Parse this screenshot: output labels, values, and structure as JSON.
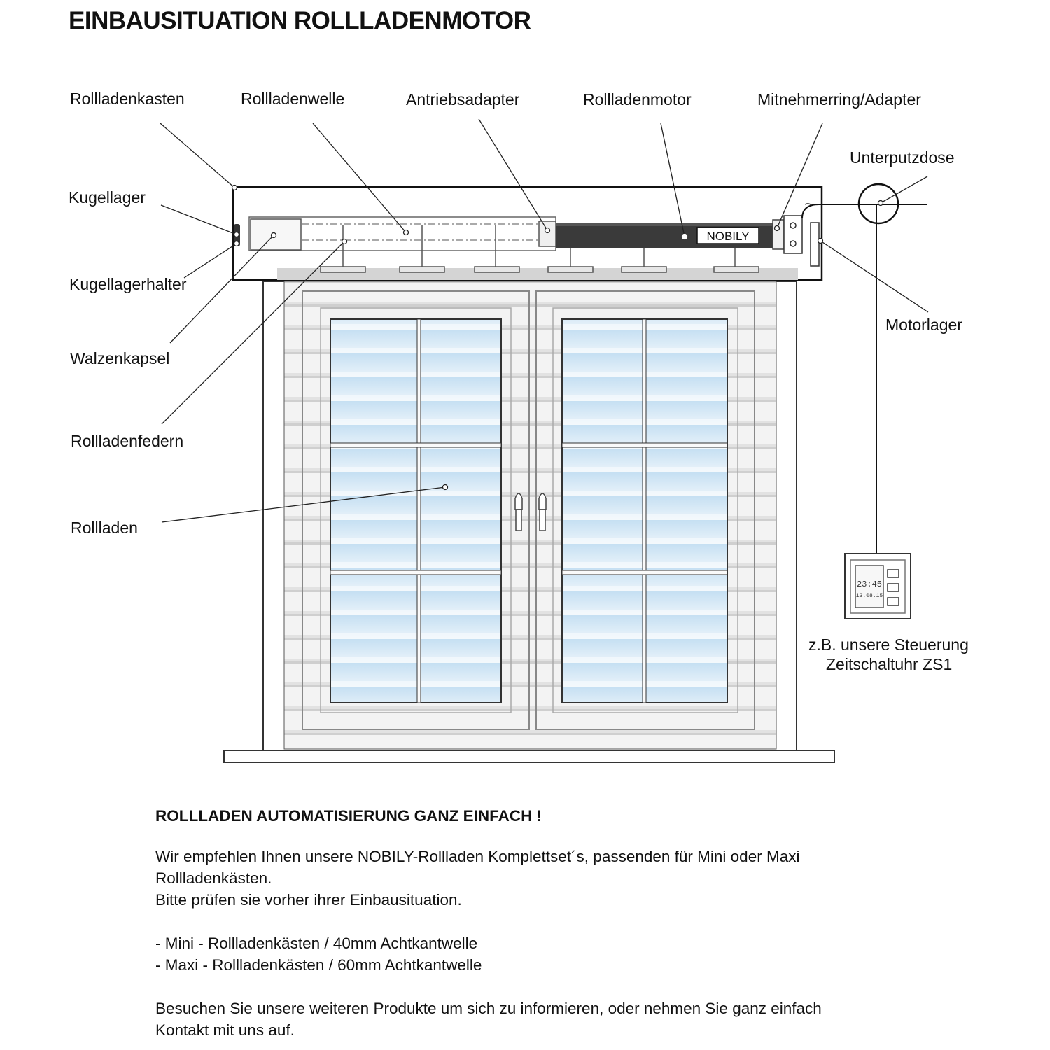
{
  "title": "EINBAUSITUATION ROLLLADENMOTOR",
  "labels": {
    "rollladenkasten": "Rollladenkasten",
    "rollladenwelle": "Rollladenwelle",
    "antriebsadapter": "Antriebsadapter",
    "rollladenmotor": "Rollladenmotor",
    "mitnehmerring": "Mitnehmerring/Adapter",
    "unterputzdose": "Unterputzdose",
    "kugellager": "Kugellager",
    "kugellagerhalter": "Kugellagerhalter",
    "walzenkapsel": "Walzenkapsel",
    "rollladenfedern": "Rollladenfedern",
    "rollladen": "Rollladen",
    "motorlager": "Motorlager",
    "steuerung_line1": "z.B. unsere Steuerung",
    "steuerung_line2": "Zeitschaltuhr ZS1"
  },
  "motor_brand": "NOBILY",
  "timer": {
    "time": "23:45",
    "date": "13.08.15"
  },
  "text": {
    "heading": "ROLLLADEN AUTOMATISIERUNG GANZ EINFACH !",
    "p1_line1": "Wir empfehlen Ihnen unsere NOBILY-Rollladen Komplettset´s, passenden für Mini oder Maxi",
    "p1_line2": "Rollladenkästen.",
    "p1_line3": "Bitte prüfen sie vorher ihrer Einbausituation.",
    "item_mini": "- Mini - Rollladenkästen / 40mm Achtkantwelle",
    "item_maxi": "- Maxi - Rollladenkästen / 60mm Achtkantwelle",
    "p2_line1": "Besuchen Sie unsere weiteren Produkte um sich zu informieren, oder nehmen Sie ganz einfach",
    "p2_line2": "Kontakt mit uns auf."
  }
}
